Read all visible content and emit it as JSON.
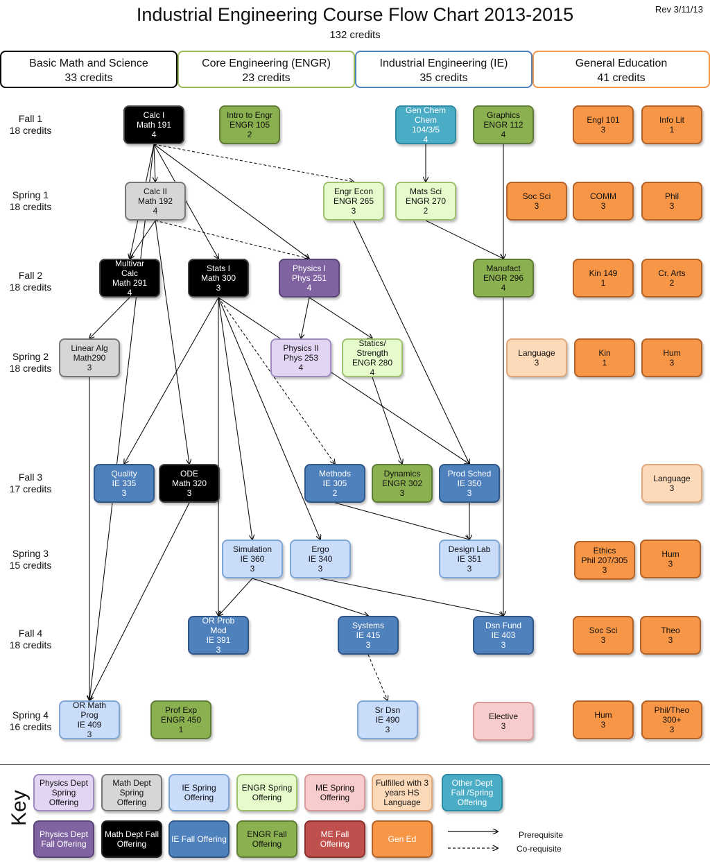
{
  "title": "Industrial Engineering Course Flow Chart 2013-2015",
  "subtitle": "132 credits",
  "revision": "Rev 3/11/13",
  "colors": {
    "math_fall": "#000000",
    "math_spring": "#d6d6d6",
    "engr_fall": "#8ab04f",
    "engr_spring": "#e6fbcc",
    "ie_fall": "#4f81bd",
    "ie_spring": "#c9dcfa",
    "phys_fall": "#8064a2",
    "phys_spring": "#e2d5f3",
    "me_fall": "#c0504d",
    "me_spring": "#f8cccc",
    "gened": "#f79646",
    "hs_language": "#fcd9b8",
    "other": "#4bacc6"
  },
  "columns": [
    {
      "name": "Basic Math and Science",
      "credits": "33 credits",
      "color": "#000000"
    },
    {
      "name": "Core Engineering (ENGR)",
      "credits": "23 credits",
      "color": "#9bbb59"
    },
    {
      "name": "Industrial Engineering (IE)",
      "credits": "35 credits",
      "color": "#4f81bd"
    },
    {
      "name": "General Education",
      "credits": "41 credits",
      "color": "#f79646"
    }
  ],
  "semesters": [
    {
      "name": "Fall 1",
      "credits": "18 credits"
    },
    {
      "name": "Spring 1",
      "credits": "18 credits"
    },
    {
      "name": "Fall 2",
      "credits": "18 credits"
    },
    {
      "name": "Spring 2",
      "credits": "18 credits"
    },
    {
      "name": "Fall 3",
      "credits": "17 credits"
    },
    {
      "name": "Spring 3",
      "credits": "15 credits"
    },
    {
      "name": "Fall 4",
      "credits": "18 credits"
    },
    {
      "name": "Spring 4",
      "credits": "16 credits"
    }
  ],
  "courses": [
    {
      "id": "calc1",
      "lines": [
        "Calc I",
        "Math 191",
        "4"
      ],
      "type": "math_fall"
    },
    {
      "id": "intro_engr",
      "lines": [
        "Intro to Engr",
        "ENGR 105",
        "2"
      ],
      "type": "engr_fall"
    },
    {
      "id": "genchem",
      "lines": [
        "Gen Chem",
        "Chem",
        "104/3/5",
        "4"
      ],
      "type": "other"
    },
    {
      "id": "graphics",
      "lines": [
        "Graphics",
        "ENGR 112",
        "4"
      ],
      "type": "engr_fall"
    },
    {
      "id": "engl101",
      "lines": [
        "Engl 101",
        "3"
      ],
      "type": "gened"
    },
    {
      "id": "infolit",
      "lines": [
        "Info Lit",
        "1"
      ],
      "type": "gened"
    },
    {
      "id": "calc2",
      "lines": [
        "Calc II",
        "Math 192",
        "4"
      ],
      "type": "math_spring"
    },
    {
      "id": "engrecon",
      "lines": [
        "Engr Econ",
        "ENGR 265",
        "3"
      ],
      "type": "engr_spring"
    },
    {
      "id": "matssci",
      "lines": [
        "Mats Sci",
        "ENGR 270",
        "2"
      ],
      "type": "engr_spring"
    },
    {
      "id": "socsci1",
      "lines": [
        "Soc Sci",
        "3"
      ],
      "type": "gened"
    },
    {
      "id": "comm",
      "lines": [
        "COMM",
        "3"
      ],
      "type": "gened"
    },
    {
      "id": "phil",
      "lines": [
        "Phil",
        "3"
      ],
      "type": "gened"
    },
    {
      "id": "multivar",
      "lines": [
        "Multivar",
        "Calc",
        "Math 291",
        "4"
      ],
      "type": "math_fall"
    },
    {
      "id": "stats1",
      "lines": [
        "Stats I",
        "Math 300",
        "3"
      ],
      "type": "math_fall"
    },
    {
      "id": "phys1",
      "lines": [
        "Physics I",
        "Phys 251",
        "4"
      ],
      "type": "phys_fall"
    },
    {
      "id": "manufact",
      "lines": [
        "Manufact",
        "ENGR 296",
        "4"
      ],
      "type": "engr_fall"
    },
    {
      "id": "kin149",
      "lines": [
        "Kin  149",
        "1"
      ],
      "type": "gened"
    },
    {
      "id": "crarts",
      "lines": [
        "Cr. Arts",
        "2"
      ],
      "type": "gened"
    },
    {
      "id": "linalg",
      "lines": [
        "Linear Alg",
        "Math290",
        "3"
      ],
      "type": "math_spring"
    },
    {
      "id": "phys2",
      "lines": [
        "Physics II",
        "Phys 253",
        "4"
      ],
      "type": "phys_spring"
    },
    {
      "id": "statics",
      "lines": [
        "Statics/",
        "Strength",
        "ENGR 280",
        "4"
      ],
      "type": "engr_spring"
    },
    {
      "id": "language1",
      "lines": [
        "Language",
        "3"
      ],
      "type": "hs_language"
    },
    {
      "id": "kin",
      "lines": [
        "Kin",
        "1"
      ],
      "type": "gened"
    },
    {
      "id": "hum1",
      "lines": [
        "Hum",
        "3"
      ],
      "type": "gened"
    },
    {
      "id": "quality",
      "lines": [
        "Quality",
        "IE  335",
        "3"
      ],
      "type": "ie_fall"
    },
    {
      "id": "ode",
      "lines": [
        "ODE",
        "Math 320",
        "3"
      ],
      "type": "math_fall"
    },
    {
      "id": "methods",
      "lines": [
        "Methods",
        "IE 305",
        "2"
      ],
      "type": "ie_fall"
    },
    {
      "id": "dynamics",
      "lines": [
        "Dynamics",
        "ENGR 302",
        "3"
      ],
      "type": "engr_fall"
    },
    {
      "id": "prodsched",
      "lines": [
        "Prod Sched",
        "IE 350",
        "3"
      ],
      "type": "ie_fall"
    },
    {
      "id": "language2",
      "lines": [
        "Language",
        "3"
      ],
      "type": "hs_language"
    },
    {
      "id": "simulation",
      "lines": [
        "Simulation",
        "IE  360",
        "3"
      ],
      "type": "ie_spring"
    },
    {
      "id": "ergo",
      "lines": [
        "Ergo",
        "IE 340",
        "3"
      ],
      "type": "ie_spring"
    },
    {
      "id": "designlab",
      "lines": [
        "Design Lab",
        "IE 351",
        "3"
      ],
      "type": "ie_spring"
    },
    {
      "id": "ethics",
      "lines": [
        "Ethics",
        "Phil 207/305",
        "3"
      ],
      "type": "gened"
    },
    {
      "id": "hum2",
      "lines": [
        "Hum",
        "3"
      ],
      "type": "gened"
    },
    {
      "id": "orprob",
      "lines": [
        "OR Prob",
        "Mod",
        "IE  391",
        "3"
      ],
      "type": "ie_fall"
    },
    {
      "id": "systems",
      "lines": [
        "Systems",
        "IE  415",
        "3"
      ],
      "type": "ie_fall"
    },
    {
      "id": "dsnfund",
      "lines": [
        "Dsn Fund",
        "IE 403",
        "3"
      ],
      "type": "ie_fall"
    },
    {
      "id": "socsci2",
      "lines": [
        "Soc Sci",
        "3"
      ],
      "type": "gened"
    },
    {
      "id": "theo",
      "lines": [
        "Theo",
        "3"
      ],
      "type": "gened"
    },
    {
      "id": "ormath",
      "lines": [
        "OR Math",
        "Prog",
        "IE 409",
        "3"
      ],
      "type": "ie_spring"
    },
    {
      "id": "profexp",
      "lines": [
        "Prof Exp",
        "ENGR 450",
        "1"
      ],
      "type": "engr_fall"
    },
    {
      "id": "srdsn",
      "lines": [
        "Sr Dsn",
        "IE 490",
        "3"
      ],
      "type": "ie_spring"
    },
    {
      "id": "elective",
      "lines": [
        "Elective",
        "3"
      ],
      "type": "me_spring"
    },
    {
      "id": "hum3",
      "lines": [
        "Hum",
        "3"
      ],
      "type": "gened"
    },
    {
      "id": "philtheo",
      "lines": [
        "Phil/Theo",
        "300+",
        "3"
      ],
      "type": "gened"
    }
  ],
  "edges": [
    {
      "from": "calc1",
      "to": "calc2",
      "kind": "prerequisite"
    },
    {
      "from": "calc1",
      "to": "multivar",
      "kind": "prerequisite"
    },
    {
      "from": "calc1",
      "to": "stats1",
      "kind": "prerequisite"
    },
    {
      "from": "calc1",
      "to": "phys1",
      "kind": "prerequisite"
    },
    {
      "from": "calc1",
      "to": "engrecon",
      "kind": "corequisite"
    },
    {
      "from": "calc1",
      "to": "ormath",
      "kind": "prerequisite"
    },
    {
      "from": "genchem",
      "to": "matssci",
      "kind": "prerequisite"
    },
    {
      "from": "graphics",
      "to": "manufact",
      "kind": "prerequisite"
    },
    {
      "from": "matssci",
      "to": "manufact",
      "kind": "prerequisite"
    },
    {
      "from": "calc2",
      "to": "multivar",
      "kind": "prerequisite"
    },
    {
      "from": "calc2",
      "to": "ode",
      "kind": "prerequisite"
    },
    {
      "from": "calc2",
      "to": "phys1",
      "kind": "corequisite"
    },
    {
      "from": "engrecon",
      "to": "prodsched",
      "kind": "prerequisite"
    },
    {
      "from": "multivar",
      "to": "linalg",
      "kind": "prerequisite"
    },
    {
      "from": "phys1",
      "to": "phys2",
      "kind": "prerequisite"
    },
    {
      "from": "phys1",
      "to": "statics",
      "kind": "prerequisite"
    },
    {
      "from": "stats1",
      "to": "quality",
      "kind": "prerequisite"
    },
    {
      "from": "stats1",
      "to": "orprob",
      "kind": "prerequisite"
    },
    {
      "from": "stats1",
      "to": "simulation",
      "kind": "prerequisite"
    },
    {
      "from": "stats1",
      "to": "ergo",
      "kind": "prerequisite"
    },
    {
      "from": "stats1",
      "to": "methods",
      "kind": "corequisite"
    },
    {
      "from": "stats1",
      "to": "prodsched",
      "kind": "prerequisite"
    },
    {
      "from": "statics",
      "to": "dynamics",
      "kind": "prerequisite"
    },
    {
      "from": "linalg",
      "to": "ormath",
      "kind": "prerequisite"
    },
    {
      "from": "ode",
      "to": "ormath",
      "kind": "prerequisite"
    },
    {
      "from": "methods",
      "to": "designlab",
      "kind": "prerequisite"
    },
    {
      "from": "prodsched",
      "to": "designlab",
      "kind": "prerequisite"
    },
    {
      "from": "simulation",
      "to": "orprob",
      "kind": "prerequisite"
    },
    {
      "from": "simulation",
      "to": "systems",
      "kind": "prerequisite"
    },
    {
      "from": "ergo",
      "to": "dsnfund",
      "kind": "prerequisite"
    },
    {
      "from": "manufact",
      "to": "dsnfund",
      "kind": "prerequisite"
    },
    {
      "from": "systems",
      "to": "srdsn",
      "kind": "corequisite"
    }
  ],
  "key": {
    "title": "Key",
    "items": [
      {
        "type": "phys_spring",
        "label": "Physics Dept Spring Offering"
      },
      {
        "type": "math_spring",
        "label": "Math Dept Spring Offering"
      },
      {
        "type": "ie_spring",
        "label": "IE Spring Offering"
      },
      {
        "type": "engr_spring",
        "label": "ENGR Spring Offering"
      },
      {
        "type": "me_spring",
        "label": "ME Spring Offering"
      },
      {
        "type": "hs_language",
        "label": "Fulfilled with 3 years HS Language"
      },
      {
        "type": "other",
        "label": "Other Dept Fall /Spring Offering"
      },
      {
        "type": "phys_fall",
        "label": "Physics Dept Fall Offering"
      },
      {
        "type": "math_fall",
        "label": "Math Dept Fall Offering"
      },
      {
        "type": "ie_fall",
        "label": "IE  Fall Offering"
      },
      {
        "type": "engr_fall",
        "label": "ENGR Fall Offering"
      },
      {
        "type": "me_fall",
        "label": "ME  Fall Offering"
      },
      {
        "type": "gened",
        "label": "Gen Ed"
      }
    ],
    "prerequisite_label": "Prerequisite",
    "corequisite_label": "Co-requisite"
  }
}
